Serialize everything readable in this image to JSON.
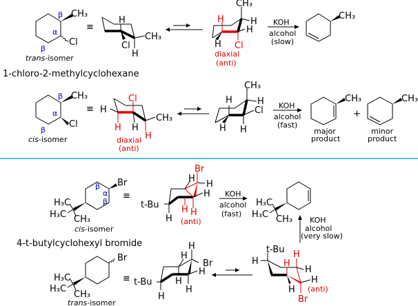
{
  "section1": {
    "compound_name": "1-chloro-2-methylcyclohexane",
    "trans": {
      "isomer_label_italic": "trans",
      "isomer_label_suffix": "-isomer",
      "substituents": {
        "top": "CH3",
        "bottom": "Cl"
      },
      "position_labels": [
        "β",
        "α",
        "β"
      ],
      "equiv_symbol": "≡",
      "chair1_labels": {
        "h_top": "H",
        "cl": "Cl",
        "h_bottom": "H",
        "ch3": "CH3"
      },
      "chair2_labels": {
        "ch3": "CH3",
        "h_red": "H",
        "h_right1": "H",
        "h_right2": "H",
        "h_bottom": "H",
        "cl_red": "Cl"
      },
      "annotation": {
        "line1": "diaxial",
        "line2": "(anti)"
      },
      "reaction": {
        "reagent": "KOH",
        "solvent": "alcohol",
        "rate": "(slow)"
      },
      "product_label": "CH3"
    },
    "cis": {
      "isomer_label_italic": "cis",
      "isomer_label_suffix": "-isomer",
      "substituents": {
        "top": "CH3",
        "bottom": "Cl"
      },
      "position_labels": [
        "β",
        "α",
        "β"
      ],
      "equiv_symbol": "≡",
      "chair1_labels": {
        "h_left": "H",
        "cl_red": "Cl",
        "h_red1": "H",
        "h_bottom": "H",
        "h_red2": "H",
        "ch3": "CH3"
      },
      "annotation": {
        "line1": "diaxial",
        "line2": "(anti)"
      },
      "chair2_labels": {
        "ch3": "CH3",
        "h_top": "H",
        "h_right": "H",
        "cl": "Cl",
        "h_b1": "H",
        "h_b2": "H"
      },
      "reaction": {
        "reagent": "KOH",
        "solvent": "alcohol",
        "rate": "(fast)"
      },
      "products": [
        {
          "label1": "major",
          "label2": "product",
          "substituent": "CH3"
        },
        {
          "label1": "minor",
          "label2": "product",
          "substituent": "CH3"
        }
      ],
      "plus": "+"
    }
  },
  "section2": {
    "compound_name": "4-t-butylcyclohexyl bromide",
    "cis": {
      "isomer_label_italic": "cis",
      "isomer_label_suffix": "-isomer",
      "substituents": {
        "br": "Br",
        "h3c1": "H3C",
        "h3c2": "H3C",
        "ch3": "CH3"
      },
      "position_labels": [
        "β",
        "α",
        "β"
      ],
      "equiv_symbol": "≡",
      "chair_labels": {
        "tbu": "t-Bu",
        "br_red": "Br",
        "h1": "H",
        "h2": "H",
        "h3": "H",
        "h_red1": "H",
        "h_red2": "H",
        "h_bottom": "H"
      },
      "annotation": "(anti)",
      "reaction": {
        "reagent": "KOH",
        "solvent": "alcohol",
        "rate": "(fast)"
      },
      "product_labels": {
        "h3c1": "H3C",
        "h3c2": "H3C",
        "ch3": "CH3"
      }
    },
    "trans": {
      "isomer_label_italic": "trans",
      "isomer_label_suffix": "-isomer",
      "substituents": {
        "br": "Br",
        "h3c1": "H3C",
        "h3c2": "H3C",
        "ch3": "CH3"
      },
      "equiv_symbol": "≡",
      "chair1_labels": {
        "tbu": "t-Bu",
        "h_top": "H",
        "h1": "H",
        "br": "Br",
        "h2": "H",
        "h3": "H",
        "h4": "H",
        "h_bottom": "H"
      },
      "chair2_labels": {
        "tbu": "t-Bu",
        "h_left": "H",
        "h_red1": "H",
        "h_red2": "H",
        "h_r1": "H",
        "h_r2": "H",
        "h_b": "H",
        "br_red": "Br"
      },
      "annotation": "(anti)",
      "reaction": {
        "reagent": "KOH",
        "solvent": "alcohol",
        "rate": "(very slow)"
      }
    }
  },
  "colors": {
    "divider": "#1ea0dc",
    "highlight": "#e00000",
    "position_label": "#0000cc"
  }
}
